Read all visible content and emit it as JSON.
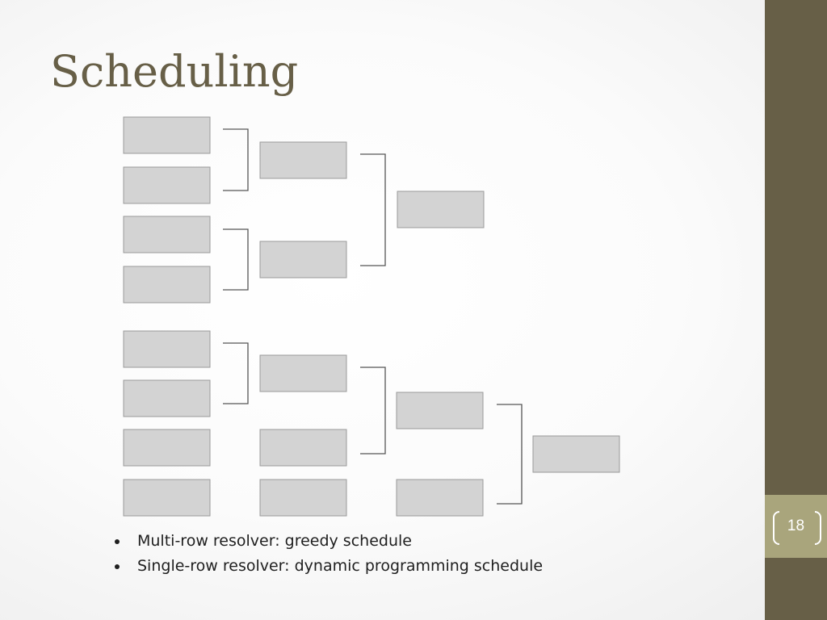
{
  "slide": {
    "title": "Scheduling",
    "page_number": "18",
    "bullets": [
      "Multi-row resolver: greedy schedule",
      "Single-row resolver: dynamic programming schedule"
    ]
  },
  "colors": {
    "sidebar": "#675f47",
    "page_tab": "#a9a57c",
    "title": "#675f47",
    "box_fill": "#d3d3d3",
    "box_stroke": "#9a9a9a",
    "connector": "#555555"
  },
  "diagram": {
    "description_free": true,
    "upper_tree": {
      "leaves": 4,
      "merges": [
        [
          0,
          1
        ],
        [
          2,
          3
        ]
      ],
      "root_from": [
        0,
        1
      ]
    },
    "lower_tree": {
      "leaves": 4,
      "level1_merged_pair": [
        0,
        1
      ],
      "level1_passthrough": [
        2,
        3
      ]
    }
  }
}
